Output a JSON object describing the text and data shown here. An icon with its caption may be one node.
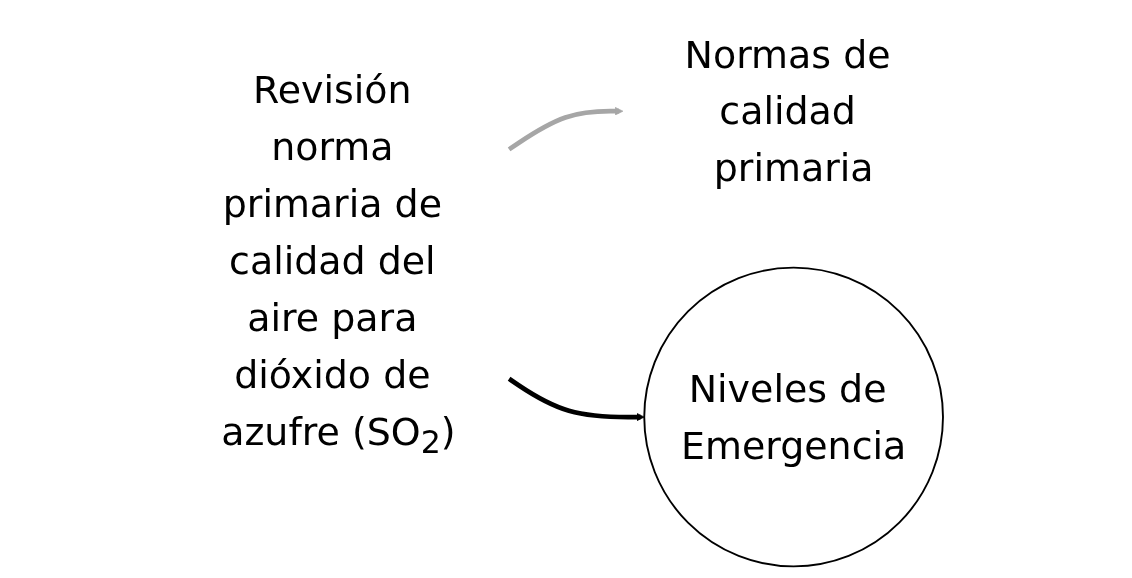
{
  "diagram": {
    "nodes": [
      {
        "text": [
          "Revisión norma primaria de calidad del aire para dióxido de azufre (SO$_{2}$)"
        ]
      },
      {
        "text": [
          "Normas de calidad primaria"
        ]
      },
      {
        "text": [
          "Niveles de Emergencia"
        ]
      }
    ],
    "edges": [
      {
        "from": 0,
        "to": 1,
        "arrow": "to",
        "color": "#a6a6a6"
      },
      {
        "from": 0,
        "to": 2,
        "arrow": "to",
        "color": "#000000"
      }
    ]
  }
}
